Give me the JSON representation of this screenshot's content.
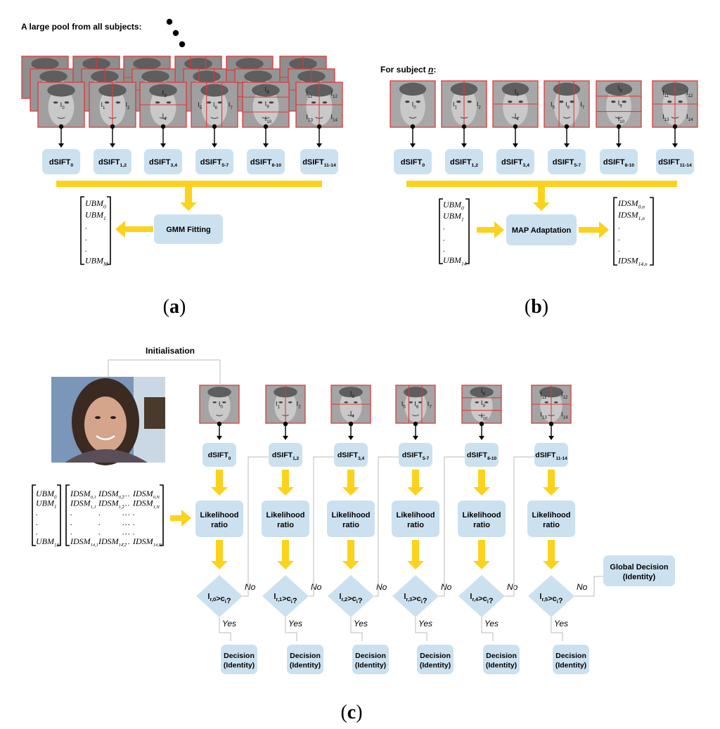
{
  "panel_a": {
    "pool_label": "A large pool from all subjects:",
    "region_labels": [
      [
        "I",
        "0"
      ],
      [
        "I",
        "1"
      ],
      [
        "I",
        "2"
      ],
      [
        "I",
        "3"
      ],
      [
        "I",
        "4"
      ],
      [
        "I",
        "5"
      ],
      [
        "I",
        "6"
      ],
      [
        "I",
        "7"
      ],
      [
        "I",
        "8"
      ],
      [
        "I",
        "9"
      ],
      [
        "I",
        "10"
      ],
      [
        "I",
        "11"
      ],
      [
        "I",
        "12"
      ],
      [
        "I",
        "13"
      ],
      [
        "I",
        "14"
      ]
    ],
    "dsift_boxes": [
      [
        "dSIFT",
        "0"
      ],
      [
        "dSIFT",
        "1,2"
      ],
      [
        "dSIFT",
        "3,4"
      ],
      [
        "dSIFT",
        "5-7"
      ],
      [
        "dSIFT",
        "8-10"
      ],
      [
        "dSIFT",
        "11-14"
      ]
    ],
    "process_box": "GMM Fitting",
    "matrix": [
      [
        "UBM",
        "0"
      ],
      [
        "UBM",
        "1"
      ],
      [
        ".",
        ""
      ],
      [
        ".",
        ""
      ],
      [
        ".",
        ""
      ],
      [
        "UBM",
        "M"
      ]
    ],
    "caption_letter": "a"
  },
  "panel_b": {
    "subject_label_prefix": "For subject ",
    "subject_var": "n",
    "subject_label_suffix": ":",
    "dsift_boxes": [
      [
        "dSIFT",
        "0"
      ],
      [
        "dSIFT",
        "1,2"
      ],
      [
        "dSIFT",
        "3,4"
      ],
      [
        "dSIFT",
        "5-7"
      ],
      [
        "dSIFT",
        "8-10"
      ],
      [
        "dSIFT",
        "11-14"
      ]
    ],
    "process_box": "MAP Adaptation",
    "input_matrix": [
      [
        "UBM",
        "0"
      ],
      [
        "UBM",
        "1"
      ],
      [
        ".",
        ""
      ],
      [
        ".",
        ""
      ],
      [
        ".",
        ""
      ],
      [
        "UBM",
        "14"
      ]
    ],
    "output_matrix": [
      [
        "IDSM",
        "0,n"
      ],
      [
        "IDSM",
        "1,n"
      ],
      [
        ".",
        ""
      ],
      [
        ".",
        ""
      ],
      [
        ".",
        ""
      ],
      [
        "IDSM",
        "14,n"
      ]
    ],
    "caption_letter": "b"
  },
  "panel_c": {
    "init_label": "Initialisation",
    "dsift_boxes": [
      [
        "dSIFT",
        "0"
      ],
      [
        "dSIFT",
        "1,2"
      ],
      [
        "dSIFT",
        "3,4"
      ],
      [
        "dSIFT",
        "5-7"
      ],
      [
        "dSIFT",
        "8-10"
      ],
      [
        "dSIFT",
        "11-14"
      ]
    ],
    "likelihood_line1": "Likelihood",
    "likelihood_line2": "ratio",
    "diamonds": [
      [
        "l",
        "r,0",
        "c",
        "i",
        "?"
      ],
      [
        "l",
        "r,1",
        "c",
        "i",
        "?"
      ],
      [
        "l",
        "r,2",
        "c",
        "i",
        "?"
      ],
      [
        "l",
        "r,3",
        "c",
        "i",
        "?"
      ],
      [
        "l",
        "r,4",
        "c",
        "i",
        "?"
      ],
      [
        "l",
        "r,5",
        "c",
        "i",
        "?"
      ]
    ],
    "yes_label": "Yes",
    "no_label": "No",
    "decision_line1": "Decision",
    "decision_line2": "(Identity)",
    "global_line1": "Global Decision",
    "global_line2": "(Identity)",
    "ubm_matrix": [
      [
        "UBM",
        "0"
      ],
      [
        "UBM",
        "1"
      ],
      [
        ".",
        ""
      ],
      [
        ".",
        ""
      ],
      [
        ".",
        ""
      ],
      [
        "UBM",
        "14"
      ]
    ],
    "idsm_matrix": [
      [
        [
          "IDSM",
          "0,1"
        ],
        [
          "IDSM",
          "0,2"
        ],
        [
          "…",
          ""
        ],
        [
          "IDSM",
          "0,N"
        ]
      ],
      [
        [
          "IDSM",
          "1,1"
        ],
        [
          "IDSM",
          "1,2"
        ],
        [
          "…",
          ""
        ],
        [
          "IDSM",
          "1,N"
        ]
      ],
      [
        [
          ".",
          ""
        ],
        [
          ".",
          ""
        ],
        [
          "…",
          ""
        ],
        [
          ".",
          ""
        ]
      ],
      [
        [
          ".",
          ""
        ],
        [
          ".",
          ""
        ],
        [
          "…",
          ""
        ],
        [
          ".",
          ""
        ]
      ],
      [
        [
          ".",
          ""
        ],
        [
          ".",
          ""
        ],
        [
          "…",
          ""
        ],
        [
          ".",
          ""
        ]
      ],
      [
        [
          "IDSM",
          "14,1"
        ],
        [
          "IDSM",
          "14,2"
        ],
        [
          "…",
          ""
        ],
        [
          "IDSM",
          "14,N"
        ]
      ]
    ],
    "caption_letter": "c"
  },
  "colors": {
    "box": "#cce1ef",
    "arrow": "#fcd21c",
    "grid": "#e0383b"
  }
}
